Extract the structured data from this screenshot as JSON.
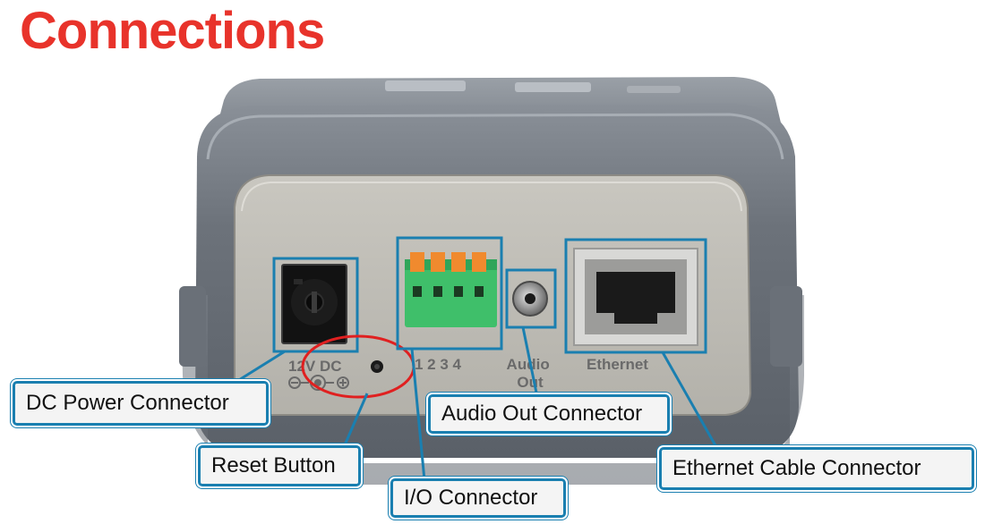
{
  "page": {
    "title": "Connections"
  },
  "panel_labels": {
    "dc_voltage": "12V DC",
    "io_pins": "1 2 3 4",
    "audio_out": "Audio Out",
    "ethernet": "Ethernet"
  },
  "callouts": {
    "dc_power": "DC Power Connector",
    "reset": "Reset Button",
    "io": "I/O Connector",
    "audio_out": "Audio Out Connector",
    "ethernet": "Ethernet Cable Connector"
  },
  "colors": {
    "title": "#e8332b",
    "highlight_box": "#1a7fb0",
    "reset_circle": "#e02020",
    "terminal_green": "#3fbf6a",
    "terminal_orange": "#f08a2e"
  }
}
